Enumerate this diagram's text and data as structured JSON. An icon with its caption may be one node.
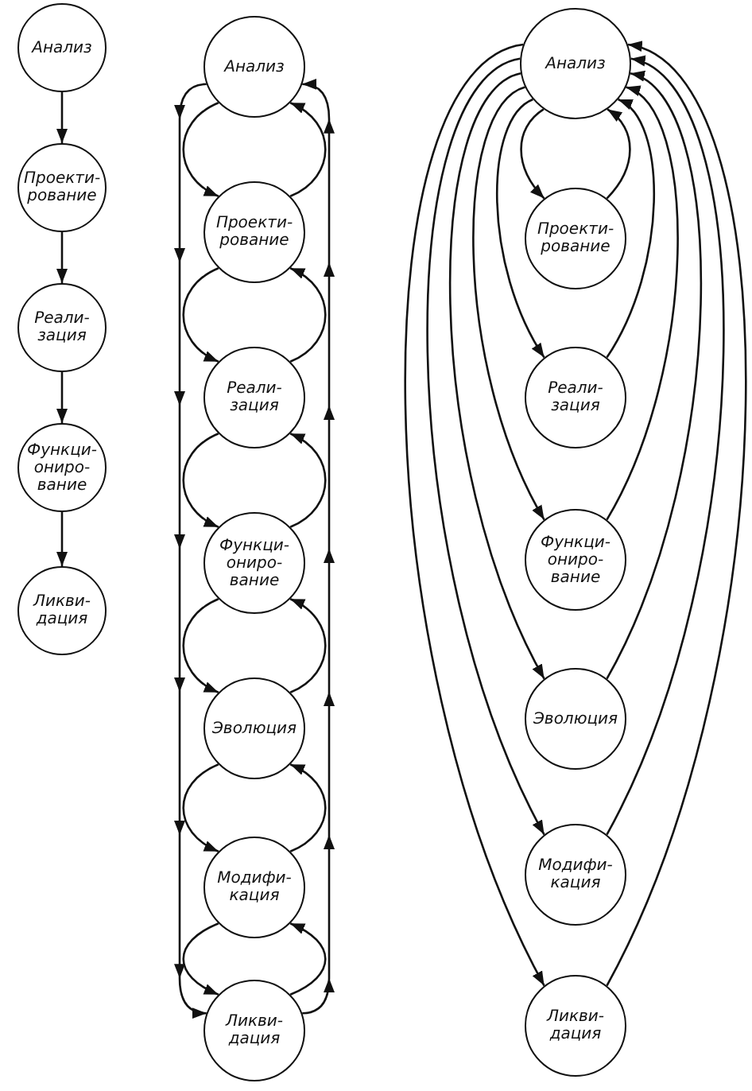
{
  "diagram": {
    "nodes": [
      {
        "text": [
          "Анализ"
        ]
      },
      {
        "text": [
          "Проекти-рование"
        ]
      },
      {
        "text": [
          "Реали-зация"
        ]
      },
      {
        "text": [
          "Функци-ониро-вание"
        ]
      },
      {
        "text": [
          "Ликви-дация"
        ]
      },
      {
        "text": [
          "Анализ"
        ]
      },
      {
        "text": [
          "Проекти-рование"
        ]
      },
      {
        "text": [
          "Реали-зация"
        ]
      },
      {
        "text": [
          "Функци-ониро-вание"
        ]
      },
      {
        "text": [
          "Эволюция"
        ]
      },
      {
        "text": [
          "Модифи-кация"
        ]
      },
      {
        "text": [
          "Ликви-дация"
        ]
      },
      {
        "text": [
          "Анализ"
        ]
      },
      {
        "text": [
          "Проекти-рование"
        ]
      },
      {
        "text": [
          "Реали-зация"
        ]
      },
      {
        "text": [
          "Функци-ониро-вание"
        ]
      },
      {
        "text": [
          "Эволюция"
        ]
      },
      {
        "text": [
          "Модифи-кация"
        ]
      },
      {
        "text": [
          "Ликви-дация"
        ]
      }
    ],
    "edges": [
      {
        "from": 0,
        "to": 1,
        "arrow": "to"
      },
      {
        "from": 1,
        "to": 2,
        "arrow": "to"
      },
      {
        "from": 2,
        "to": 3,
        "arrow": "to"
      },
      {
        "from": 3,
        "to": 4,
        "arrow": "to"
      },
      {
        "from": 5,
        "to": 6,
        "arrow": "to"
      },
      {
        "from": 6,
        "to": 7,
        "arrow": "to"
      },
      {
        "from": 7,
        "to": 8,
        "arrow": "to"
      },
      {
        "from": 8,
        "to": 9,
        "arrow": "to"
      },
      {
        "from": 9,
        "to": 10,
        "arrow": "to"
      },
      {
        "from": 10,
        "to": 11,
        "arrow": "to"
      },
      {
        "from": 6,
        "to": 5,
        "arrow": "to"
      },
      {
        "from": 7,
        "to": 6,
        "arrow": "to"
      },
      {
        "from": 8,
        "to": 7,
        "arrow": "to"
      },
      {
        "from": 9,
        "to": 8,
        "arrow": "to"
      },
      {
        "from": 10,
        "to": 9,
        "arrow": "to"
      },
      {
        "from": 11,
        "to": 10,
        "arrow": "to"
      },
      {
        "from": 5,
        "to": 11,
        "arrow": "to"
      },
      {
        "from": 11,
        "to": 5,
        "arrow": "to"
      },
      {
        "from": 12,
        "to": 13,
        "arrow": "to"
      },
      {
        "from": 12,
        "to": 14,
        "arrow": "to"
      },
      {
        "from": 12,
        "to": 15,
        "arrow": "to"
      },
      {
        "from": 12,
        "to": 16,
        "arrow": "to"
      },
      {
        "from": 12,
        "to": 17,
        "arrow": "to"
      },
      {
        "from": 12,
        "to": 18,
        "arrow": "to"
      },
      {
        "from": 13,
        "to": 12,
        "arrow": "to"
      },
      {
        "from": 14,
        "to": 12,
        "arrow": "to"
      },
      {
        "from": 15,
        "to": 12,
        "arrow": "to"
      },
      {
        "from": 16,
        "to": 12,
        "arrow": "to"
      },
      {
        "from": 17,
        "to": 12,
        "arrow": "to"
      },
      {
        "from": 18,
        "to": 12,
        "arrow": "to"
      }
    ]
  }
}
